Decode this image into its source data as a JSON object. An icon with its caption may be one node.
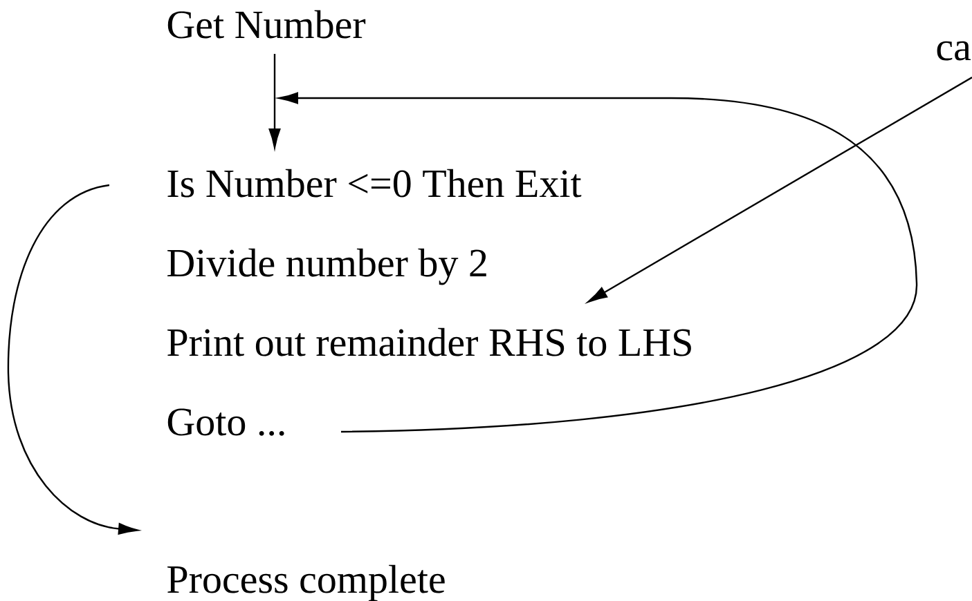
{
  "diagram": {
    "nodes": [
      {
        "text": [
          "Get Number"
        ]
      },
      {
        "text": [
          "Is Number <=0 Then Exit"
        ]
      },
      {
        "text": [
          "Divide number by 2"
        ]
      },
      {
        "text": [
          "Print out remainder RHS to LHS"
        ]
      },
      {
        "text": [
          "Goto ..."
        ]
      },
      {
        "text": [
          "Process complete"
        ]
      },
      {
        "text": [
          "ca"
        ]
      }
    ],
    "edges": [
      {
        "from": 0,
        "to": 1,
        "arrow": "to"
      },
      {
        "from": 4,
        "to": null,
        "arrow": "to"
      },
      {
        "from": 1,
        "to": 5,
        "arrow": "to"
      },
      {
        "from": 6,
        "to": 3,
        "arrow": "to"
      }
    ]
  }
}
